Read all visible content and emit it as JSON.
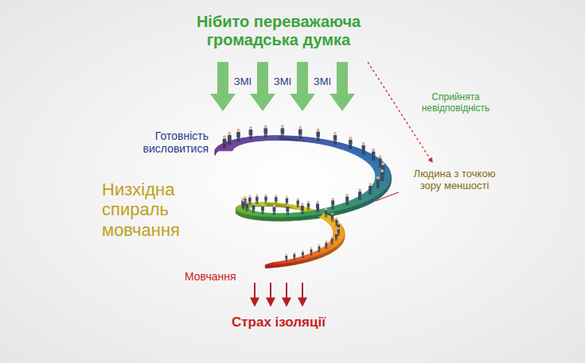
{
  "diagram": {
    "title": "Нібито переважаюча громадська думка",
    "labels": [
      "ЗМІ",
      "ЗМІ",
      "ЗМІ",
      "Сприйнята невідповідність",
      "Готовність висловитися",
      "Людина з точкою зору меншості",
      "Низхідна спираль мовчання",
      "Мовчання",
      "Страх ізоляції"
    ]
  }
}
